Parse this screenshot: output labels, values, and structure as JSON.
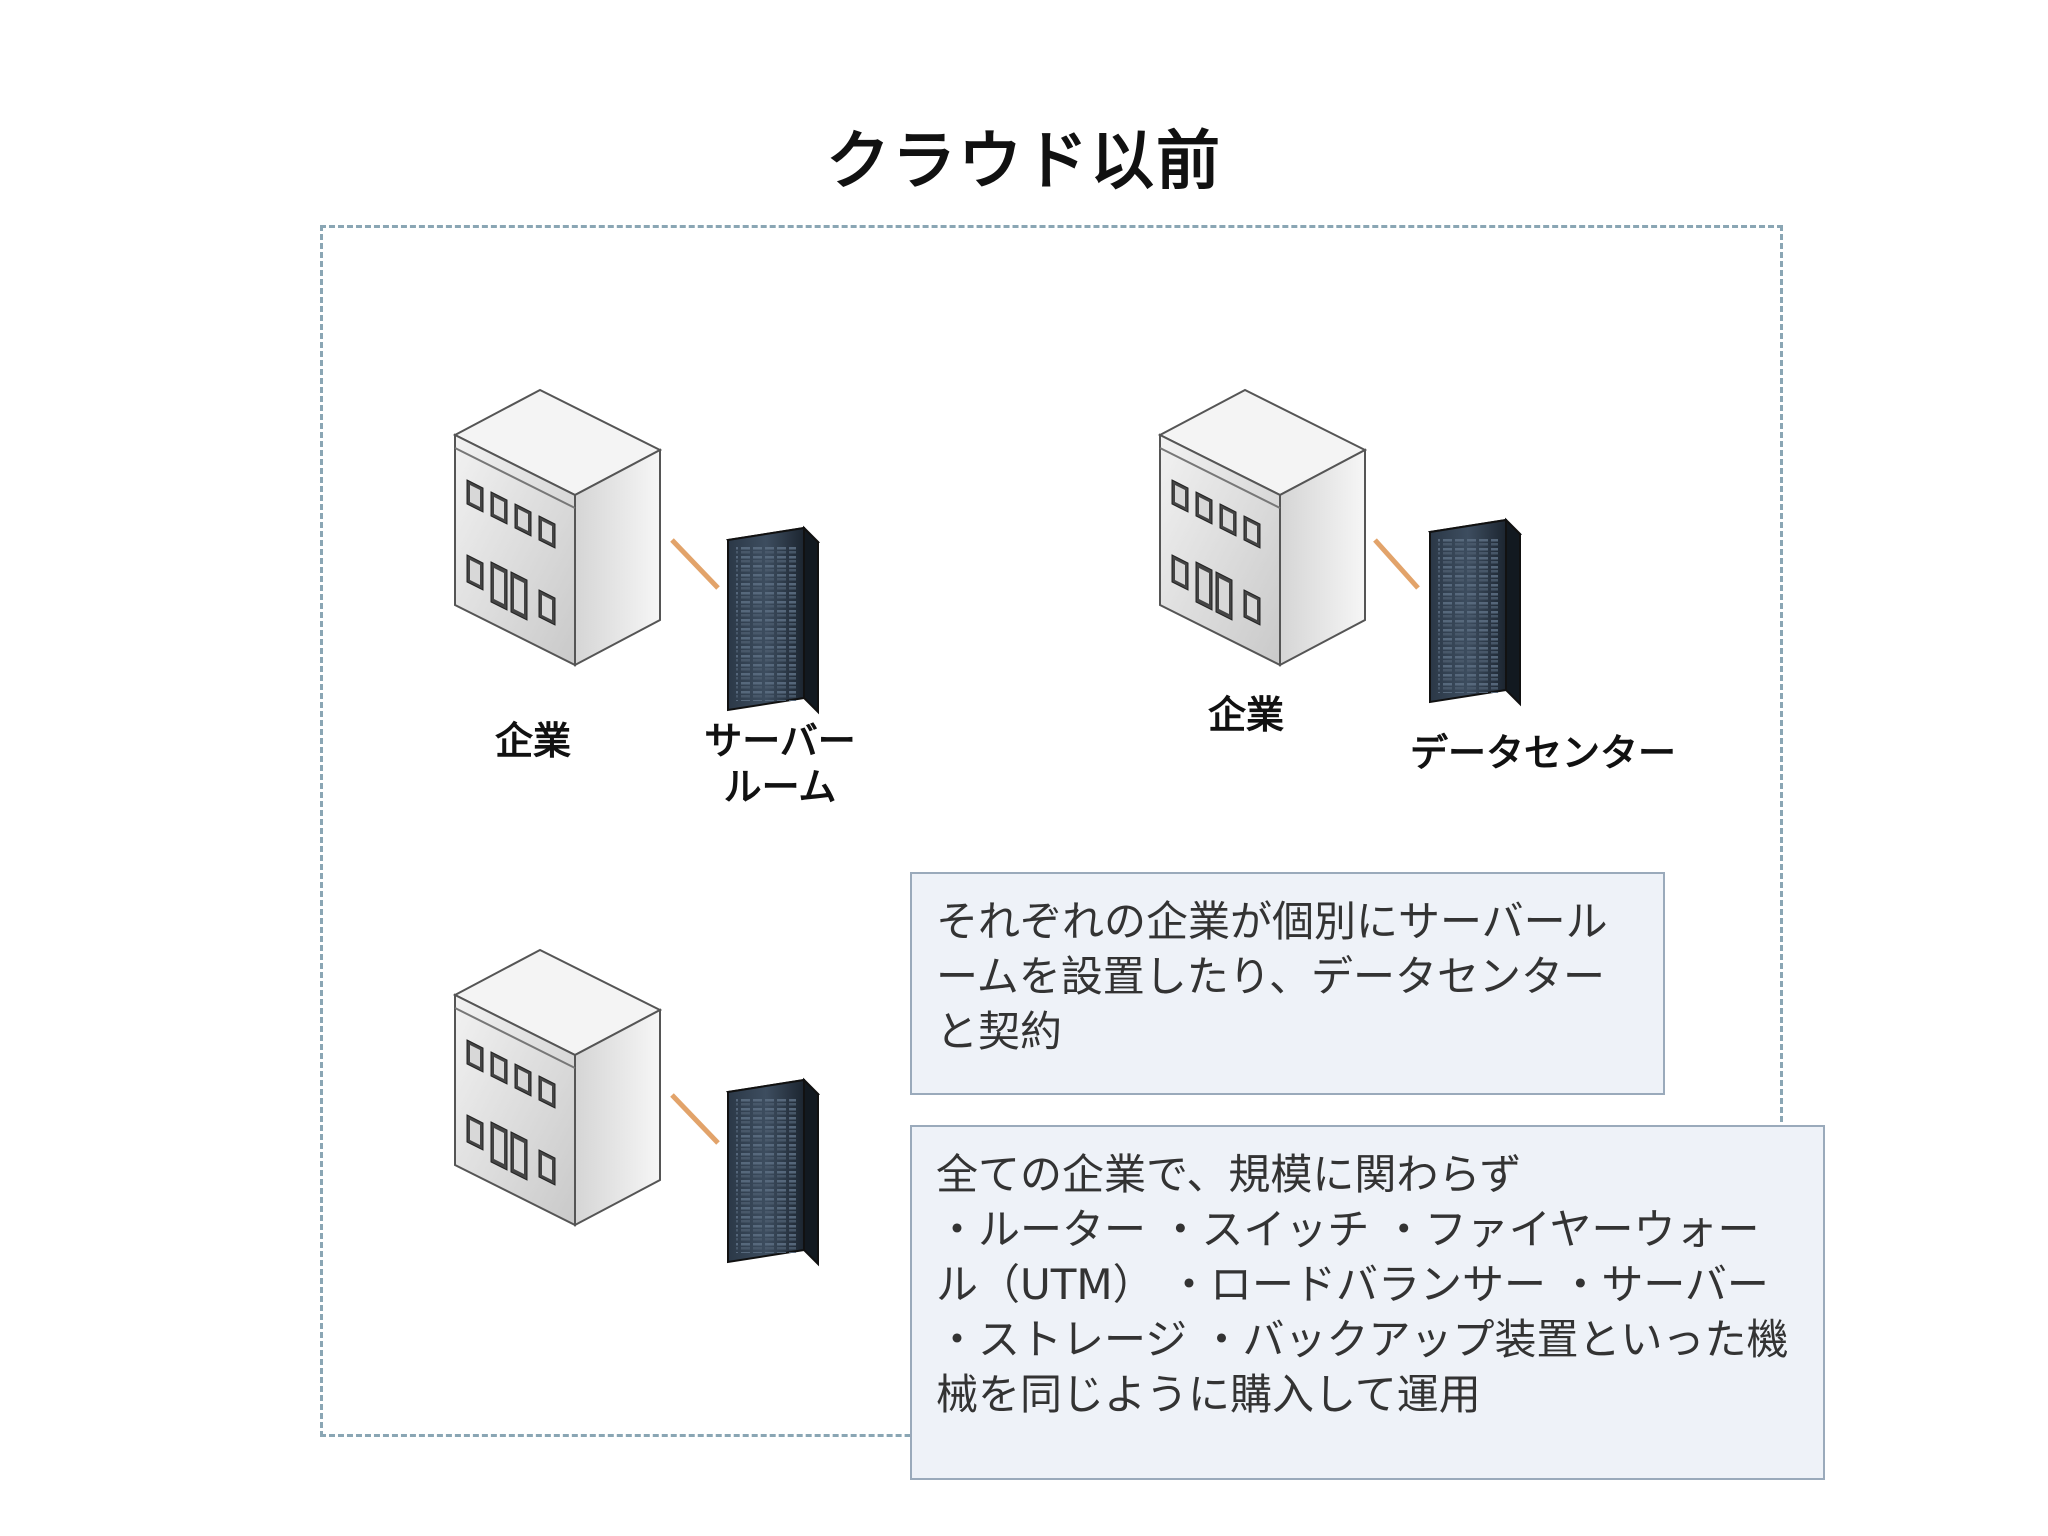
{
  "title": "クラウド以前",
  "labels": {
    "company_1": "企業",
    "server_room": "サーバー\nルーム",
    "company_2": "企業",
    "datacenter": "データセンター"
  },
  "notes": {
    "note_1": "それぞれの企業が個別にサーバールームを設置したり、データセンターと契約",
    "note_2": "全ての企業で、規模に関わらず\n・ルーター ・スイッチ ・ファイヤーウォール（UTM） ・ロードバランサー ・サーバー ・ストレージ ・バックアップ装置といった機械を同じように購入して運用"
  },
  "colors": {
    "frame_border": "#8aa6b4",
    "note_fill": "#eef2f8",
    "note_border": "#9aaabb",
    "connector": "#e2a36a",
    "server_body": "#1c2530"
  }
}
